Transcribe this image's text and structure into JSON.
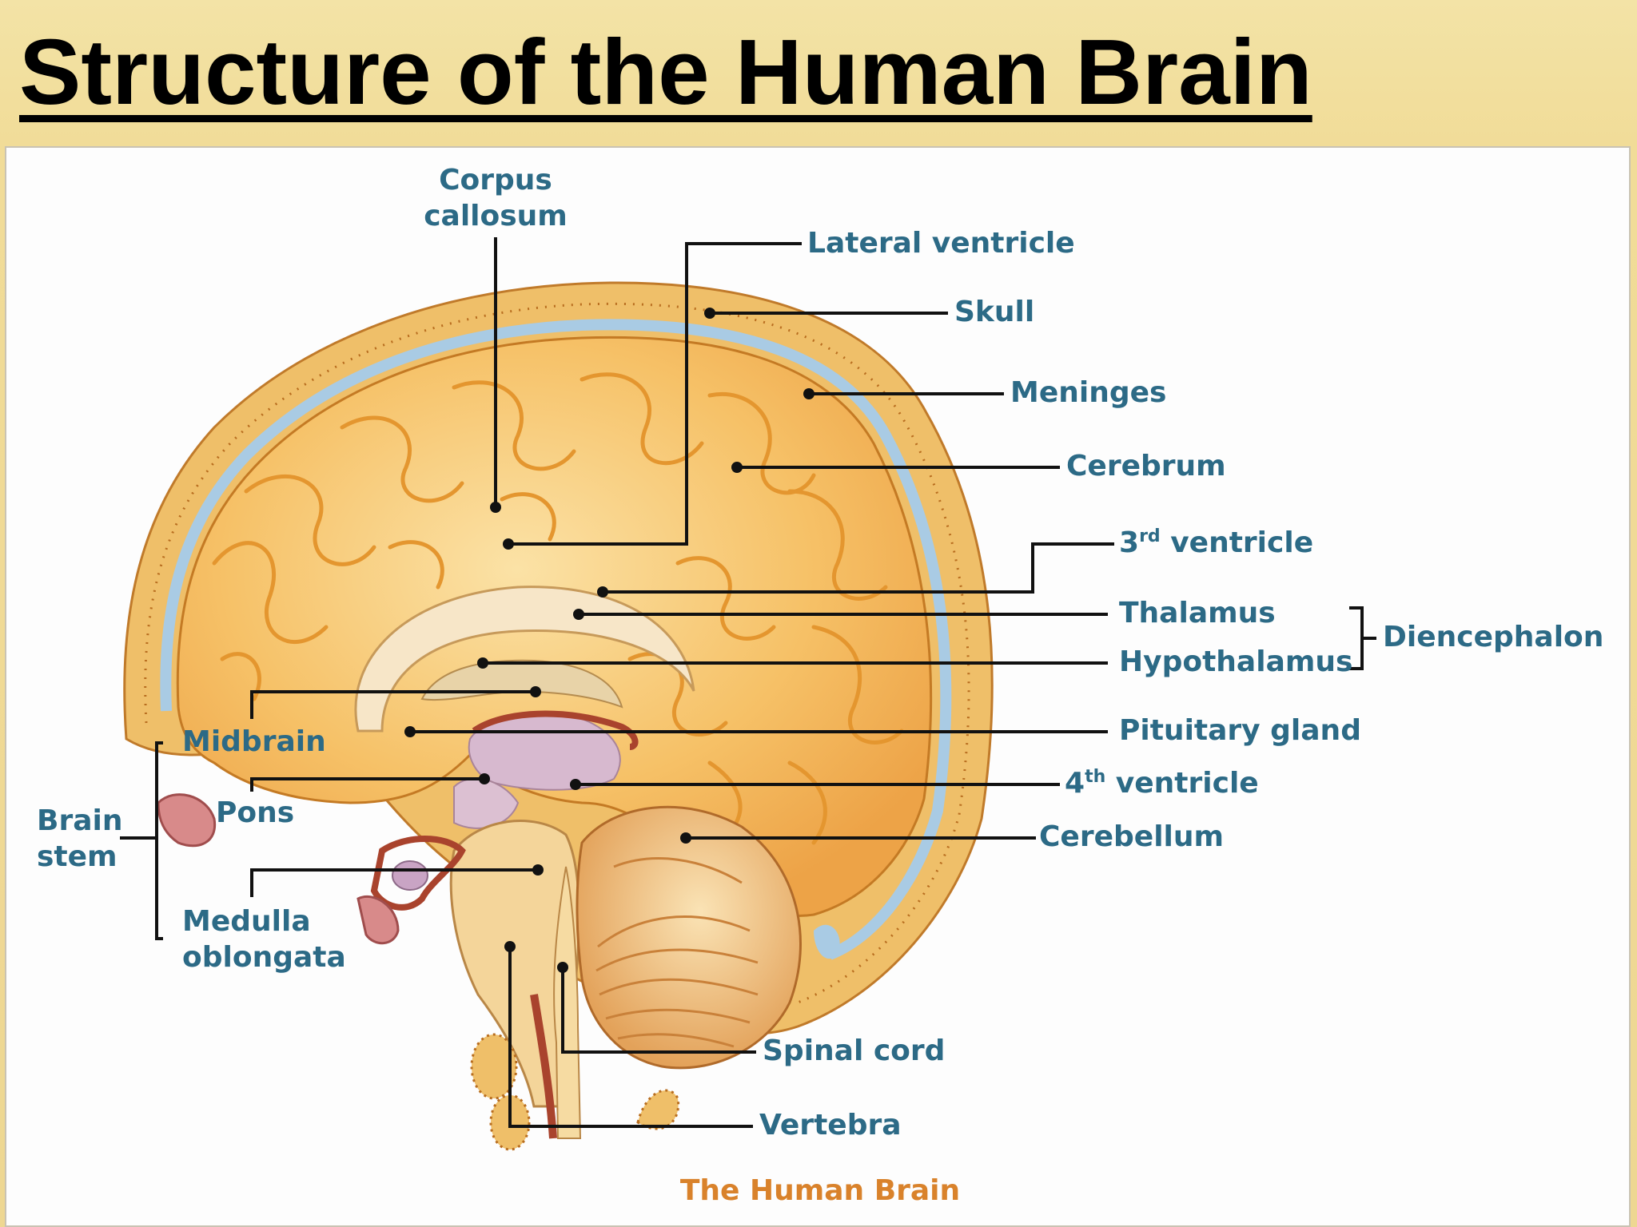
{
  "title": "Structure of the Human Brain",
  "caption": "The Human Brain",
  "labels": {
    "corpus_callosum_1": "Corpus",
    "corpus_callosum_2": "callosum",
    "lateral_ventricle": "Lateral ventricle",
    "skull": "Skull",
    "meninges": "Meninges",
    "cerebrum": "Cerebrum",
    "third_ventricle_num": "3",
    "third_ventricle_sup": "rd",
    "third_ventricle_text": " ventricle",
    "thalamus": "Thalamus",
    "hypothalamus": "Hypothalamus",
    "diencephalon": "Diencephalon",
    "pituitary_gland": "Pituitary gland",
    "fourth_ventricle_num": "4",
    "fourth_ventricle_sup": "th",
    "fourth_ventricle_text": " ventricle",
    "cerebellum": "Cerebellum",
    "midbrain": "Midbrain",
    "pons": "Pons",
    "brain_stem_1": "Brain",
    "brain_stem_2": "stem",
    "medulla_1": "Medulla",
    "medulla_2": "oblongata",
    "spinal_cord": "Spinal cord",
    "vertebra": "Vertebra"
  },
  "colors": {
    "label_text": "#2c6a86",
    "caption_text": "#d9822b",
    "brain_fill": "#f7c46a",
    "skull_fill": "#f1c06a",
    "meninges": "#a9cbe4"
  }
}
